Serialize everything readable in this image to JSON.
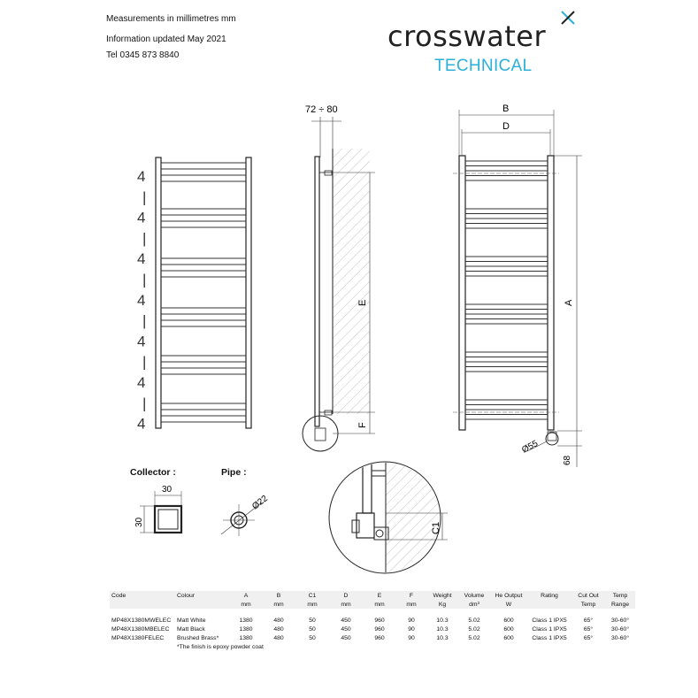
{
  "header": {
    "line1": "Measurements in millimetres mm",
    "line2": "Information updated May 2021",
    "line3": "Tel  0345 873 8840"
  },
  "brand": {
    "name": "crosswater",
    "subtitle": "TECHNICAL",
    "accent_color": "#2bb0d9",
    "mark": "x-icon"
  },
  "front_view": {
    "rung_groups": [
      "4",
      "|",
      "4",
      "|",
      "4",
      "|",
      "4",
      "|",
      "4",
      "|",
      "4",
      "|",
      "4"
    ]
  },
  "side_view": {
    "top_dim": "72 ÷ 80",
    "label_e": "E",
    "label_f": "F"
  },
  "rear_view": {
    "label_b": "B",
    "label_d": "D",
    "label_a": "A",
    "label_dia": "Ø55",
    "label_68": "68"
  },
  "collector": {
    "title": "Collector :",
    "w": "30",
    "h": "30"
  },
  "pipe": {
    "title": "Pipe :",
    "dia": "Ø22"
  },
  "detail": {
    "label_c1": "C1"
  },
  "table": {
    "headers1": [
      "Code",
      "Colour",
      "A",
      "B",
      "C1",
      "D",
      "E",
      "F",
      "Weight",
      "Volume",
      "He Output",
      "Rating",
      "Cut Out",
      "Temp"
    ],
    "headers2": [
      "",
      "",
      "mm",
      "mm",
      "mm",
      "mm",
      "mm",
      "mm",
      "Kg",
      "dm³",
      "W",
      "",
      "Temp",
      "Range"
    ],
    "rows": [
      [
        "MP48X1380MWELEC",
        "Matt White",
        "1380",
        "480",
        "50",
        "450",
        "960",
        "90",
        "10.3",
        "5.02",
        "600",
        "Class 1 IPX5",
        "65°",
        "30-60°"
      ],
      [
        "MP48X1380MBELEC",
        "Matt Black",
        "1380",
        "480",
        "50",
        "450",
        "960",
        "90",
        "10.3",
        "5.02",
        "600",
        "Class 1 IPX5",
        "65°",
        "30-60°"
      ],
      [
        "MP48X1380FELEC",
        "Brushed Brass*",
        "1380",
        "480",
        "50",
        "450",
        "960",
        "90",
        "10.3",
        "5.02",
        "600",
        "Class 1 IPX5",
        "65°",
        "30-60°"
      ]
    ],
    "footnote": "*The finish is epoxy powder coat"
  }
}
